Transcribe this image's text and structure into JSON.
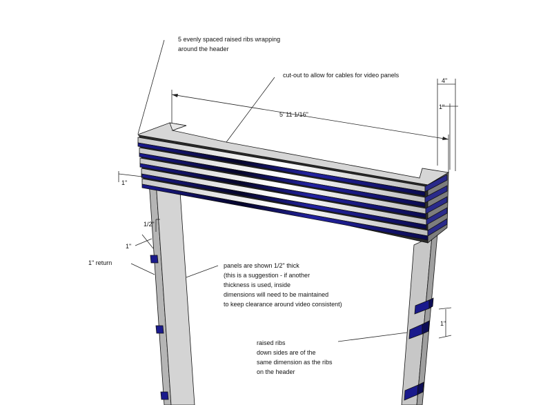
{
  "colors": {
    "rib_blue": "#1a1a8c",
    "rib_dark": "#0a0a3a",
    "panel_light": "#d4d4d4",
    "panel_shade": "#a9a9a9",
    "background": "#ffffff"
  },
  "labels": {
    "ribs_header": [
      "5 evenly spaced raised ribs wrapping",
      "around the header"
    ],
    "cutout": "cut-out to allow for cables for video panels",
    "dim_width": "5' 11 1/16\"",
    "dim_4in": "4\"",
    "dim_1in_top": "1\"",
    "dim_1in_left_upper": "1\"",
    "dim_half": "1/2\"",
    "dim_1in_left_lower": "1\"",
    "return": "1\" return",
    "panels": [
      "panels are shown 1/2\" thick",
      "(this is a suggestion - if another",
      "thickness is used, inside",
      "dimensions will need to be maintained",
      "to keep clearance around video consistent)"
    ],
    "dim_1in_right": "1\"",
    "ribs_sides": [
      "raised ribs",
      "down sides are of the",
      "same dimension as the ribs",
      "on the header"
    ]
  }
}
